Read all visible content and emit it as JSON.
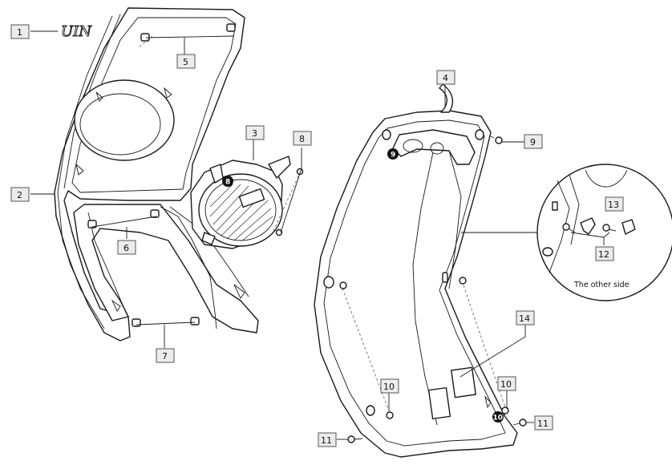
{
  "callouts": {
    "c1": "1",
    "c2": "2",
    "c3": "3",
    "c4": "4",
    "c5": "5",
    "c6": "6",
    "c7": "7",
    "c8": "8",
    "c9": "9",
    "c10a": "10",
    "c10b": "10",
    "c11a": "11",
    "c11b": "11",
    "c12": "12",
    "c13": "13",
    "c14": "14"
  },
  "markers": {
    "m8": "8",
    "m9": "9",
    "m10": "10"
  },
  "logo_text": "UIN",
  "inset_caption": "The other side"
}
